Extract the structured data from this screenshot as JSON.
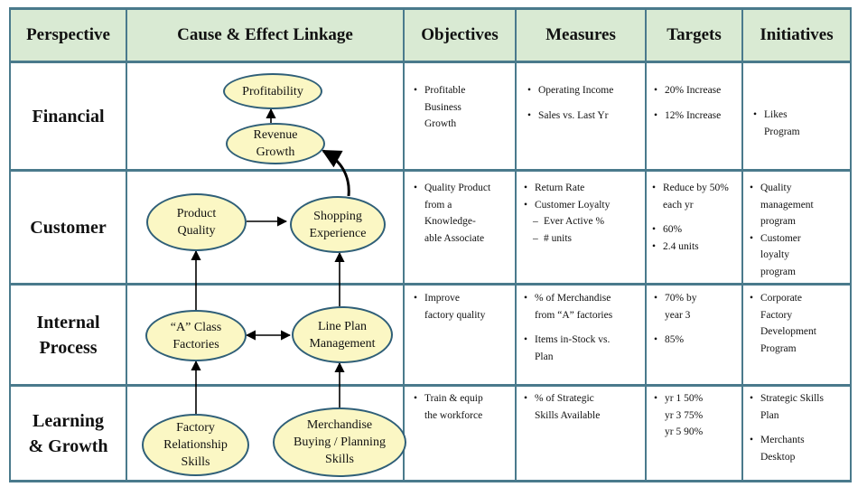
{
  "headers": [
    "Perspective",
    "Cause & Effect Linkage",
    "Objectives",
    "Measures",
    "Targets",
    "Initiatives"
  ],
  "perspectives": [
    "Financial",
    "Customer",
    "Internal\nProcess",
    "Learning\n& Growth"
  ],
  "nodes": {
    "profitability": "Profitability",
    "revenue_growth": "Revenue\nGrowth",
    "product_quality": "Product\nQuality",
    "shopping_experience": "Shopping\nExperience",
    "a_class_factories": "“A” Class\nFactories",
    "line_plan_management": "Line Plan\nManagement",
    "factory_relationship_skills": "Factory\nRelationship\nSkills",
    "merchandise_buying_planning_skills": "Merchandise\nBuying / Planning\nSkills"
  },
  "rows": [
    {
      "objectives": [
        "Profitable\nBusiness\nGrowth"
      ],
      "measures": [
        {
          "text": "Operating Income"
        },
        {
          "text": "Sales vs. Last Yr",
          "gap": true
        }
      ],
      "targets": [
        {
          "text": "20% Increase"
        },
        {
          "text": "12% Increase",
          "gap": true
        }
      ],
      "initiatives": [
        {
          "text": "Likes\nProgram"
        }
      ]
    },
    {
      "objectives": [
        "Quality Product\nfrom a\nKnowledge-\nable Associate"
      ],
      "measures": [
        {
          "text": "Return Rate"
        },
        {
          "text": "Customer Loyalty"
        },
        {
          "text": "Ever Active %",
          "sub": true
        },
        {
          "text": "# units",
          "sub": true
        }
      ],
      "targets": [
        {
          "text": "Reduce by 50%\neach yr"
        },
        {
          "text": "60%",
          "gap": true
        },
        {
          "text": "2.4 units"
        }
      ],
      "initiatives": [
        {
          "text": "Quality\nmanagement\nprogram"
        },
        {
          "text": "Customer\nloyalty\nprogram"
        }
      ]
    },
    {
      "objectives": [
        "Improve\nfactory quality"
      ],
      "measures": [
        {
          "text": " % of Merchandise\nfrom “A” factories"
        },
        {
          "text": "Items in-Stock vs.\nPlan",
          "gap": true
        }
      ],
      "targets": [
        {
          "text": "70% by\nyear 3"
        },
        {
          "text": "85%",
          "gap": true
        }
      ],
      "initiatives": [
        {
          "text": "Corporate\nFactory\nDevelopment\nProgram"
        }
      ]
    },
    {
      "objectives": [
        "Train & equip\nthe workforce"
      ],
      "measures": [
        {
          "text": " % of Strategic\nSkills Available"
        }
      ],
      "targets": [
        {
          "text": "yr 1  50%\n  yr 3  75%\n  yr 5  90%"
        }
      ],
      "initiatives": [
        {
          "text": "Strategic Skills\nPlan"
        },
        {
          "text": "Merchants\nDesktop",
          "gap": true
        }
      ]
    }
  ],
  "colors": {
    "header_bg": "#d9ead3",
    "grid": "#4a7a8c",
    "node_fill": "#fbf7c4",
    "node_border": "#2f5f78"
  }
}
